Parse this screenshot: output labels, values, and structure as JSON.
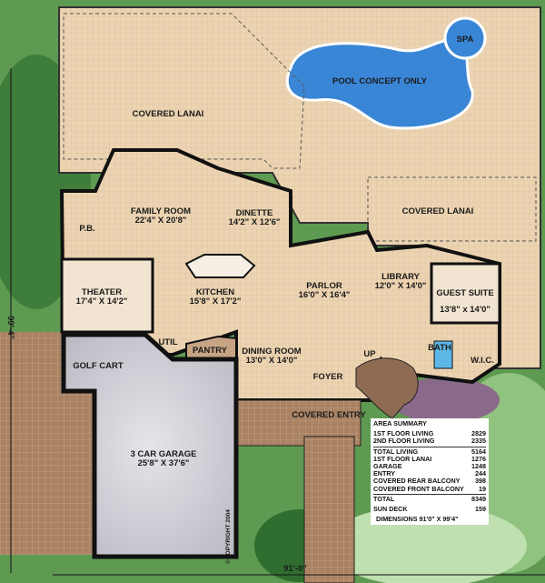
{
  "rooms": {
    "covered_lanai_rear": {
      "name": "COVERED LANAI"
    },
    "pool": {
      "name": "POOL CONCEPT ONLY"
    },
    "spa": {
      "name": "SPA"
    },
    "covered_lanai_side": {
      "name": "COVERED LANAI"
    },
    "family_room": {
      "name": "FAMILY ROOM",
      "size": "22'4\" X 20'8\""
    },
    "dinette": {
      "name": "DINETTE",
      "size": "14'2\" X 12'6\""
    },
    "pb": {
      "name": "P.B."
    },
    "theater": {
      "name": "THEATER",
      "size": "17'4\" X 14'2\""
    },
    "kitchen": {
      "name": "KITCHEN",
      "size": "15'8\" X 17'2\""
    },
    "parlor": {
      "name": "PARLOR",
      "size": "16'0\" X 16'4\""
    },
    "library": {
      "name": "LIBRARY",
      "size": "12'0\" X 14'0\""
    },
    "guest_suite": {
      "name": "GUEST SUITE",
      "size": "13'8\" x 14'0\""
    },
    "util": {
      "name": "UTIL"
    },
    "pantry": {
      "name": "PANTRY"
    },
    "dining_room": {
      "name": "DINING ROOM",
      "size": "13'0\" X 14'0\""
    },
    "foyer": {
      "name": "FOYER"
    },
    "up": {
      "name": "UP"
    },
    "bath": {
      "name": "BATH"
    },
    "wic": {
      "name": "W.I.C."
    },
    "golf_cart": {
      "name": "GOLF CART"
    },
    "garage": {
      "name": "3 CAR GARAGE",
      "size": "25'8\" X 37'6\""
    },
    "covered_entry": {
      "name": "COVERED ENTRY"
    }
  },
  "dimensions": {
    "depth": "99'-4\"",
    "width": "91'-0\""
  },
  "copyright": "©COPYRIGHT 2004",
  "area_summary": {
    "title": "AREA SUMMARY",
    "rows": [
      {
        "label": "1ST FLOOR LIVING",
        "value": "2829"
      },
      {
        "label": "2ND FLOOR LIVING",
        "value": "2335"
      },
      {
        "label": "TOTAL LIVING",
        "value": "5164"
      },
      {
        "label": "1ST FLOOR LANAI",
        "value": "1276"
      },
      {
        "label": "GARAGE",
        "value": "1248"
      },
      {
        "label": "ENTRY",
        "value": "244"
      },
      {
        "label": "COVERED REAR BALCONY",
        "value": "398"
      },
      {
        "label": "COVERED FRONT BALCONY",
        "value": "19"
      },
      {
        "label": "TOTAL",
        "value": "8349"
      },
      {
        "label": "SUN DECK",
        "value": "159"
      }
    ],
    "dimensions": "DIMENSIONS 91'0\" X 99'4\""
  },
  "colors": {
    "floor": "#ead2b0",
    "lanai": "#f0dcc0",
    "garage": "#c9c9cf",
    "wall": "#111111",
    "pool": "#3a86d6",
    "paver": "#a87f5f",
    "landscape": "#5f9a52"
  }
}
